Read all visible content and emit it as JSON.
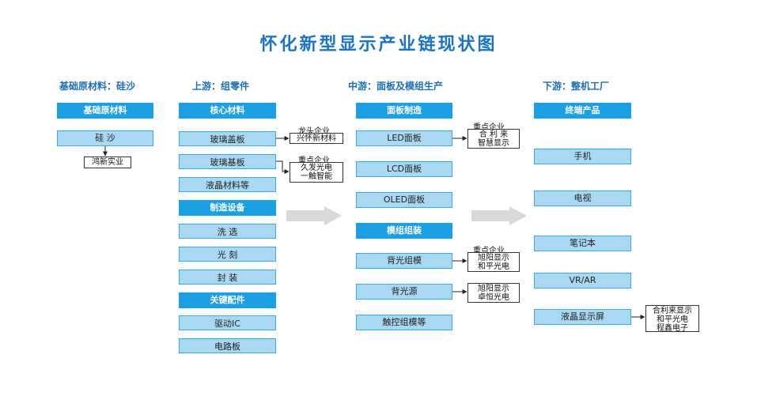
{
  "title": "怀化新型显示产业链现状图",
  "columns": {
    "raw": {
      "header": "基础原材料：硅沙",
      "cat": "基础原材料",
      "item": "硅  沙",
      "company": "鸿新实业"
    },
    "up": {
      "header": "上游：组零件",
      "cat1": "核心材料",
      "items1": [
        "玻璃盖板",
        "玻璃基板",
        "液晶材料等"
      ],
      "cat2": "制造设备",
      "items2": [
        "洗  选",
        "光  刻",
        "封  装"
      ],
      "cat3": "关键配件",
      "items3": [
        "驱动IC",
        "电路板"
      ]
    },
    "mid": {
      "header": "中游：面板及模组生产",
      "cat1": "面板制造",
      "items1": [
        "LED面板",
        "LCD面板",
        "OLED面板"
      ],
      "cat2": "模组组装",
      "items2": [
        "背光组模",
        "背光源",
        "触控组模等"
      ]
    },
    "down": {
      "header": "下游：整机工厂",
      "cat": "终端产品",
      "items": [
        "手机",
        "电视",
        "笔记本",
        "VR/AR",
        "液晶显示屏"
      ]
    }
  },
  "notes": {
    "up1": {
      "head": "龙头企业",
      "lines": [
        "兴怀新材料"
      ]
    },
    "up2": {
      "head": "重点企业",
      "lines": [
        "久发光电",
        "一触智能"
      ]
    },
    "mid1": {
      "head": "重点企业",
      "lines": [
        "合 利 来",
        "智慧显示"
      ]
    },
    "mid2": {
      "head": "重点企业",
      "lines": [
        "旭阳显示",
        "和平光电"
      ]
    },
    "mid3": {
      "lines": [
        "旭阳显示",
        "卓恒光电"
      ]
    },
    "down1": {
      "lines": [
        "合利来显示",
        "和平光电",
        "程鑫电子"
      ]
    }
  },
  "colors": {
    "title": "#1a73c4",
    "category": "#1aa0e3",
    "item": "#a9d8f3",
    "arrow": "#d9d9d9"
  }
}
